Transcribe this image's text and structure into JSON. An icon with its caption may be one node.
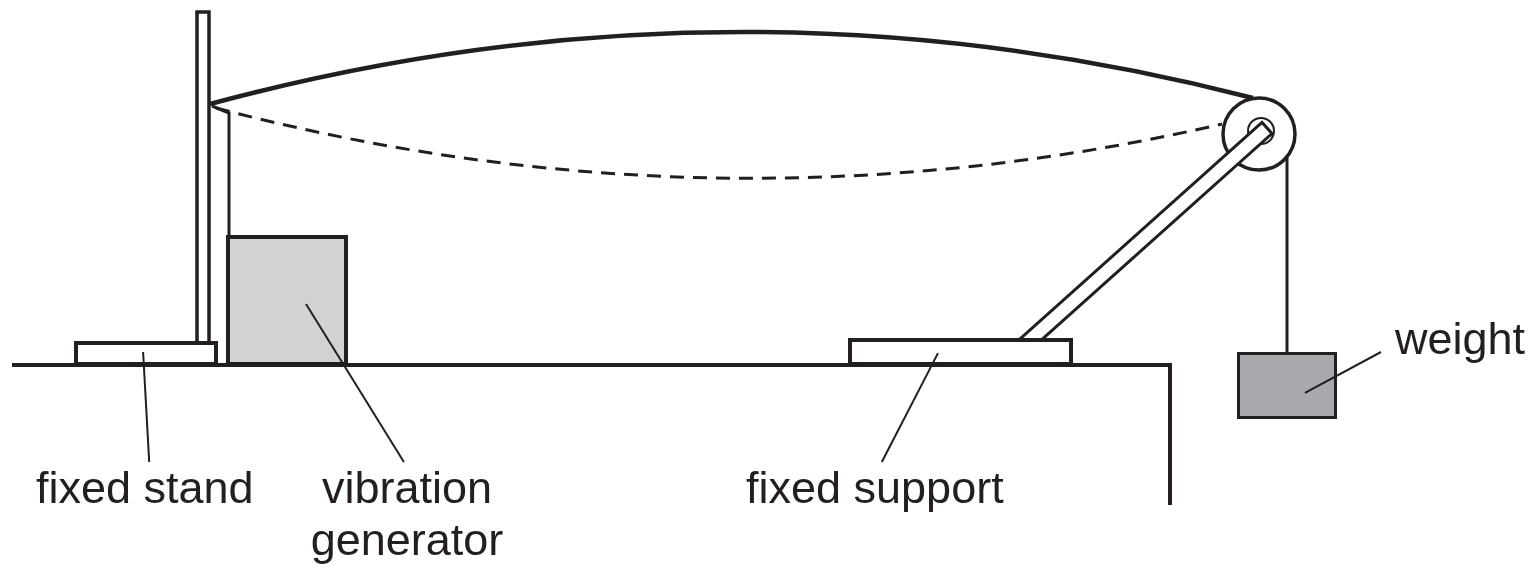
{
  "diagram": {
    "nodes": [
      {
        "text": [
          "fixed stand"
        ]
      },
      {
        "text": [],
        "shape": "box"
      },
      {
        "text": [
          "vibration generator"
        ]
      },
      {
        "text": [],
        "shape": "box"
      },
      {
        "text": [
          "fixed support"
        ]
      },
      {
        "text": [],
        "shape": "box"
      },
      {
        "text": [
          "weight"
        ]
      },
      {
        "text": [],
        "shape": "box"
      }
    ],
    "edges": [
      {
        "from": 0,
        "to": 1,
        "arrow": "none"
      },
      {
        "from": 2,
        "to": 3,
        "arrow": "none"
      },
      {
        "from": 4,
        "to": 5,
        "arrow": "none"
      },
      {
        "from": 6,
        "to": 7,
        "arrow": "none"
      }
    ]
  }
}
